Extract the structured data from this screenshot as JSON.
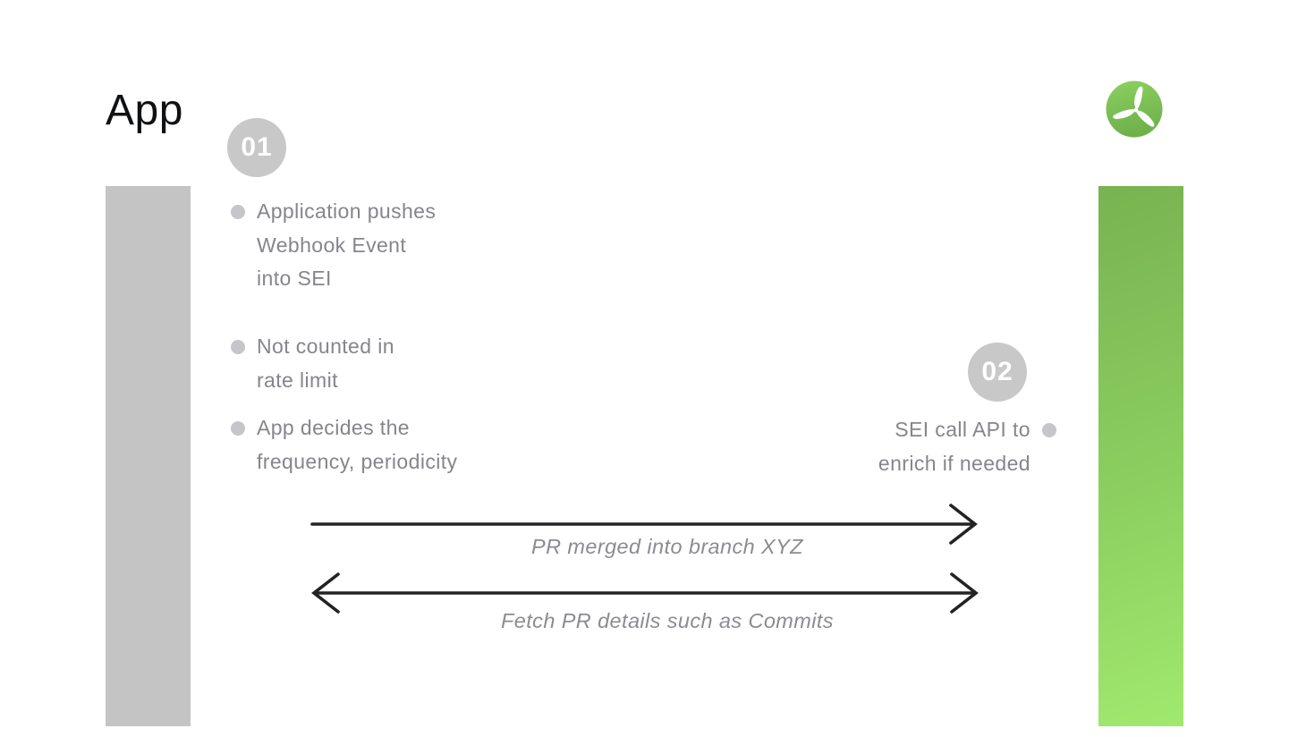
{
  "slide": {
    "title": "App"
  },
  "steps": [
    {
      "badge": "01",
      "bullets": [
        "Application pushes\nWebhook Event\ninto SEI",
        "Not counted in\nrate limit",
        "App decides the\nfrequency, periodicity"
      ]
    },
    {
      "badge": "02",
      "bullets": [
        "SEI call API to\nenrich if needed"
      ]
    }
  ],
  "arrows": [
    {
      "label": "PR merged into branch XYZ",
      "direction": "right"
    },
    {
      "label": "Fetch PR details such as Commits",
      "direction": "both"
    }
  ],
  "icons": {
    "logo": "propeller-logo"
  },
  "colors": {
    "background": "#ffffff",
    "left_bar": "#c4c4c4",
    "green_bar_top": "#78b351",
    "green_bar_bottom": "#a0e96e",
    "badge_bg": "#c8c8c8",
    "badge_text": "#ffffff",
    "bullet_dot": "#c6c6ca",
    "body_text": "#85868b",
    "arrow_stroke": "#242224",
    "label_text": "#8b8c91",
    "title_text": "#101113",
    "logo_green_light": "#8bd160",
    "logo_green_dark": "#6fb04b"
  }
}
